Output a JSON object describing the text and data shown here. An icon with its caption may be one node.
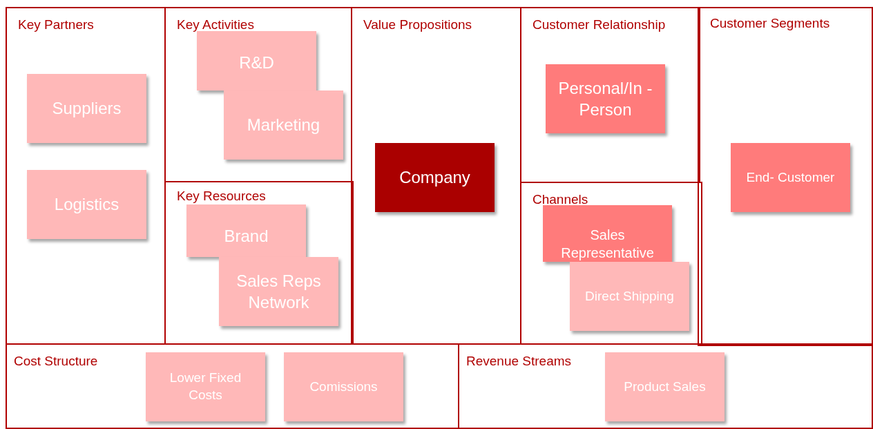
{
  "diagram": {
    "nodes": [
      {
        "text": [
          "Key Partners"
        ]
      },
      {
        "text": [
          "Suppliers"
        ],
        "in": 0
      },
      {
        "text": [
          "Logistics"
        ],
        "in": 0
      },
      {
        "text": [
          "Key Activities"
        ]
      },
      {
        "text": [
          "R&D"
        ],
        "in": 3
      },
      {
        "text": [
          "Marketing"
        ],
        "in": 3
      },
      {
        "text": [
          "Key Resources"
        ]
      },
      {
        "text": [
          "Brand"
        ],
        "in": 6
      },
      {
        "text": [
          "Sales Reps Network"
        ],
        "in": 6
      },
      {
        "text": [
          "Value Propositions"
        ]
      },
      {
        "text": [
          "Company"
        ],
        "in": 9
      },
      {
        "text": [
          "Customer Relationship"
        ]
      },
      {
        "text": [
          "Personal/In -Person"
        ],
        "in": 11
      },
      {
        "text": [
          "Channels"
        ]
      },
      {
        "text": [
          "Sales Representative"
        ],
        "in": 13
      },
      {
        "text": [
          "Direct Shipping"
        ],
        "in": 13
      },
      {
        "text": [
          "Customer Segments"
        ]
      },
      {
        "text": [
          "End- Customer"
        ],
        "in": 16
      },
      {
        "text": [
          "Cost Structure"
        ]
      },
      {
        "text": [
          "Lower Fixed Costs"
        ],
        "in": 18
      },
      {
        "text": [
          "Comissions"
        ],
        "in": 18
      },
      {
        "text": [
          "Revenue Streams"
        ]
      },
      {
        "text": [
          "Product Sales"
        ],
        "in": 21
      }
    ]
  }
}
